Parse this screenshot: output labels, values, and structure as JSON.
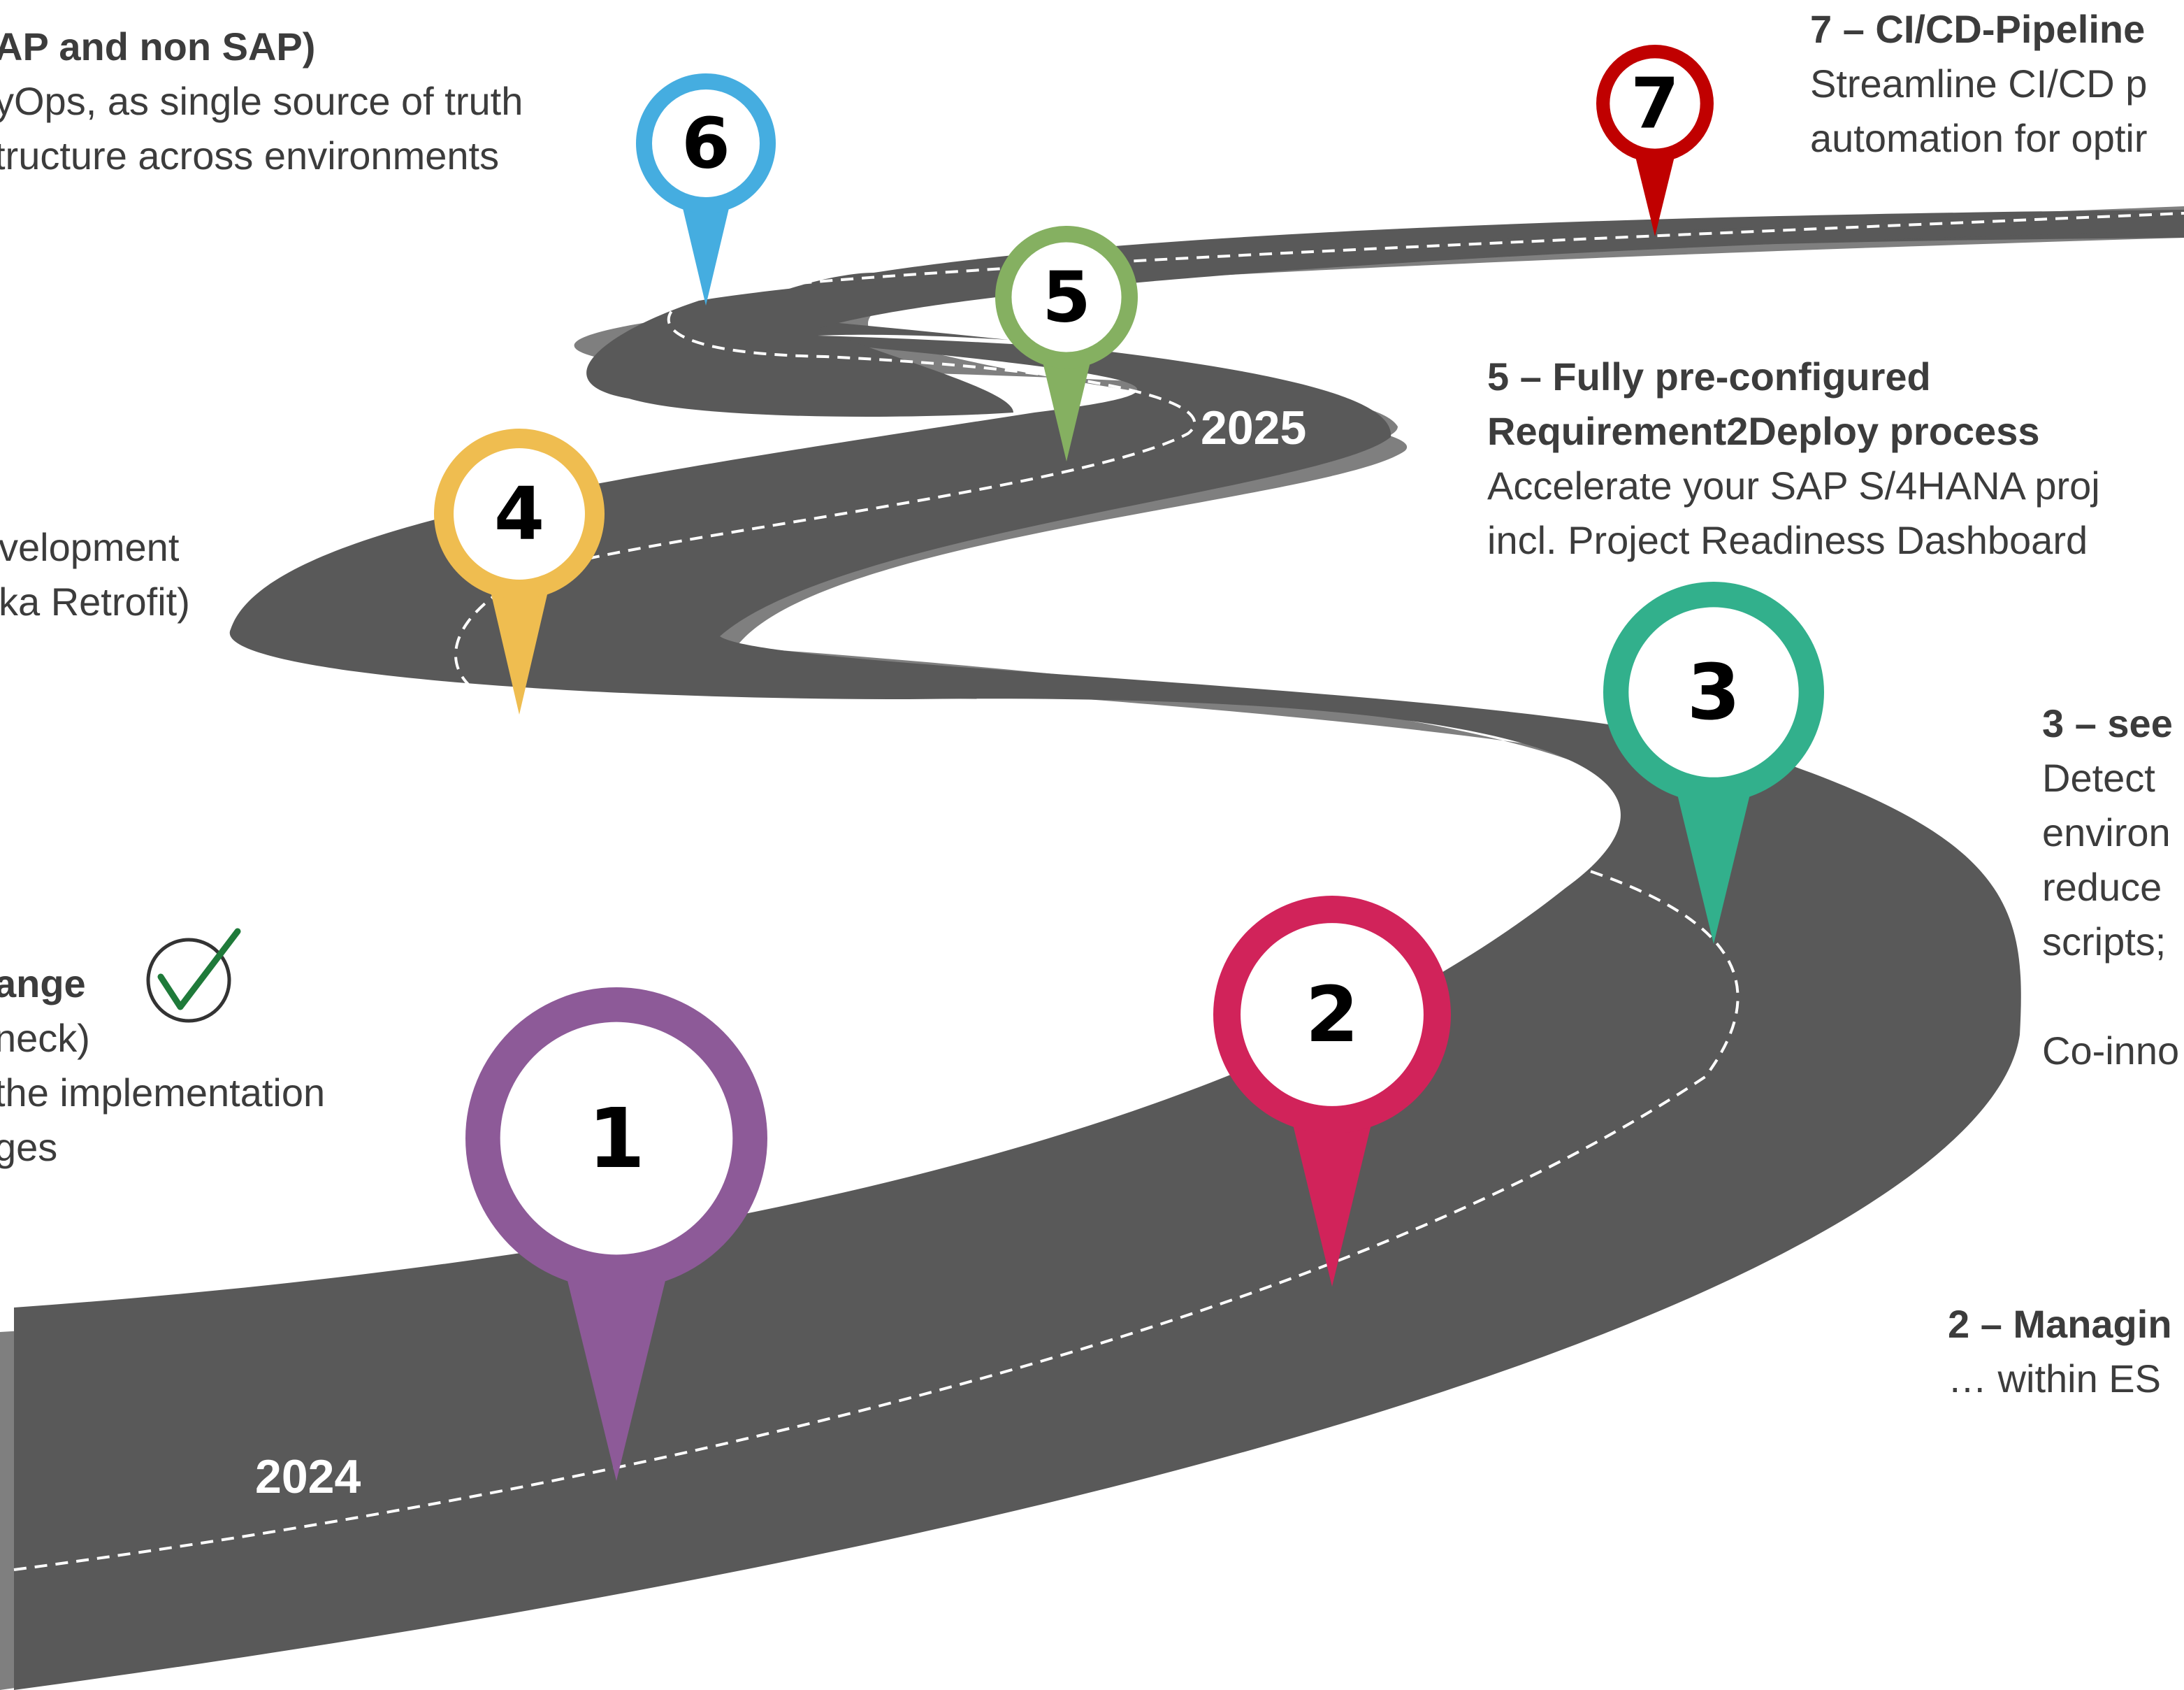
{
  "colors": {
    "road": "#595959",
    "road_edge": "#7f7f7f",
    "dash": "#ffffff",
    "text": "#3c3c3c",
    "check": "#1f7a3a",
    "pin_1": "#8d5a98",
    "pin_2": "#d1235a",
    "pin_3": "#32b08c",
    "pin_4": "#efbd50",
    "pin_5": "#85b061",
    "pin_6": "#45ade0",
    "pin_7": "#c00000"
  },
  "years": {
    "start": "2024",
    "mid": "2025"
  },
  "pins": [
    {
      "number": "1",
      "color_key": "pin_1"
    },
    {
      "number": "2",
      "color_key": "pin_2"
    },
    {
      "number": "3",
      "color_key": "pin_3"
    },
    {
      "number": "4",
      "color_key": "pin_4"
    },
    {
      "number": "5",
      "color_key": "pin_5"
    },
    {
      "number": "6",
      "color_key": "pin_6"
    },
    {
      "number": "7",
      "color_key": "pin_7"
    }
  ],
  "milestones": {
    "m1": {
      "title": "ange",
      "lines": [
        "neck)",
        "the implementation",
        "ges"
      ],
      "status_icon": "checkmark-icon"
    },
    "m2": {
      "title": "2 – Managin",
      "lines": [
        "… within ES"
      ]
    },
    "m3": {
      "title": "3 – see",
      "lines": [
        "Detect",
        "environ",
        "reduce",
        "scripts;",
        "",
        "Co-inno"
      ]
    },
    "m4": {
      "lines": [
        "velopment",
        "ka Retrofit)"
      ]
    },
    "m5": {
      "title_lines": [
        "5 – Fully pre-configured",
        "Requirement2Deploy process"
      ],
      "lines": [
        "Accelerate your SAP S/4HANA proj",
        "incl. Project Readiness Dashboard"
      ]
    },
    "m6": {
      "title": "AP and non SAP)",
      "lines": [
        "yOps, as single source of truth",
        "tructure across environments"
      ]
    },
    "m7": {
      "title": "7 – CI/CD-Pipeline",
      "lines": [
        "Streamline CI/CD p",
        "automation for optir"
      ]
    }
  }
}
